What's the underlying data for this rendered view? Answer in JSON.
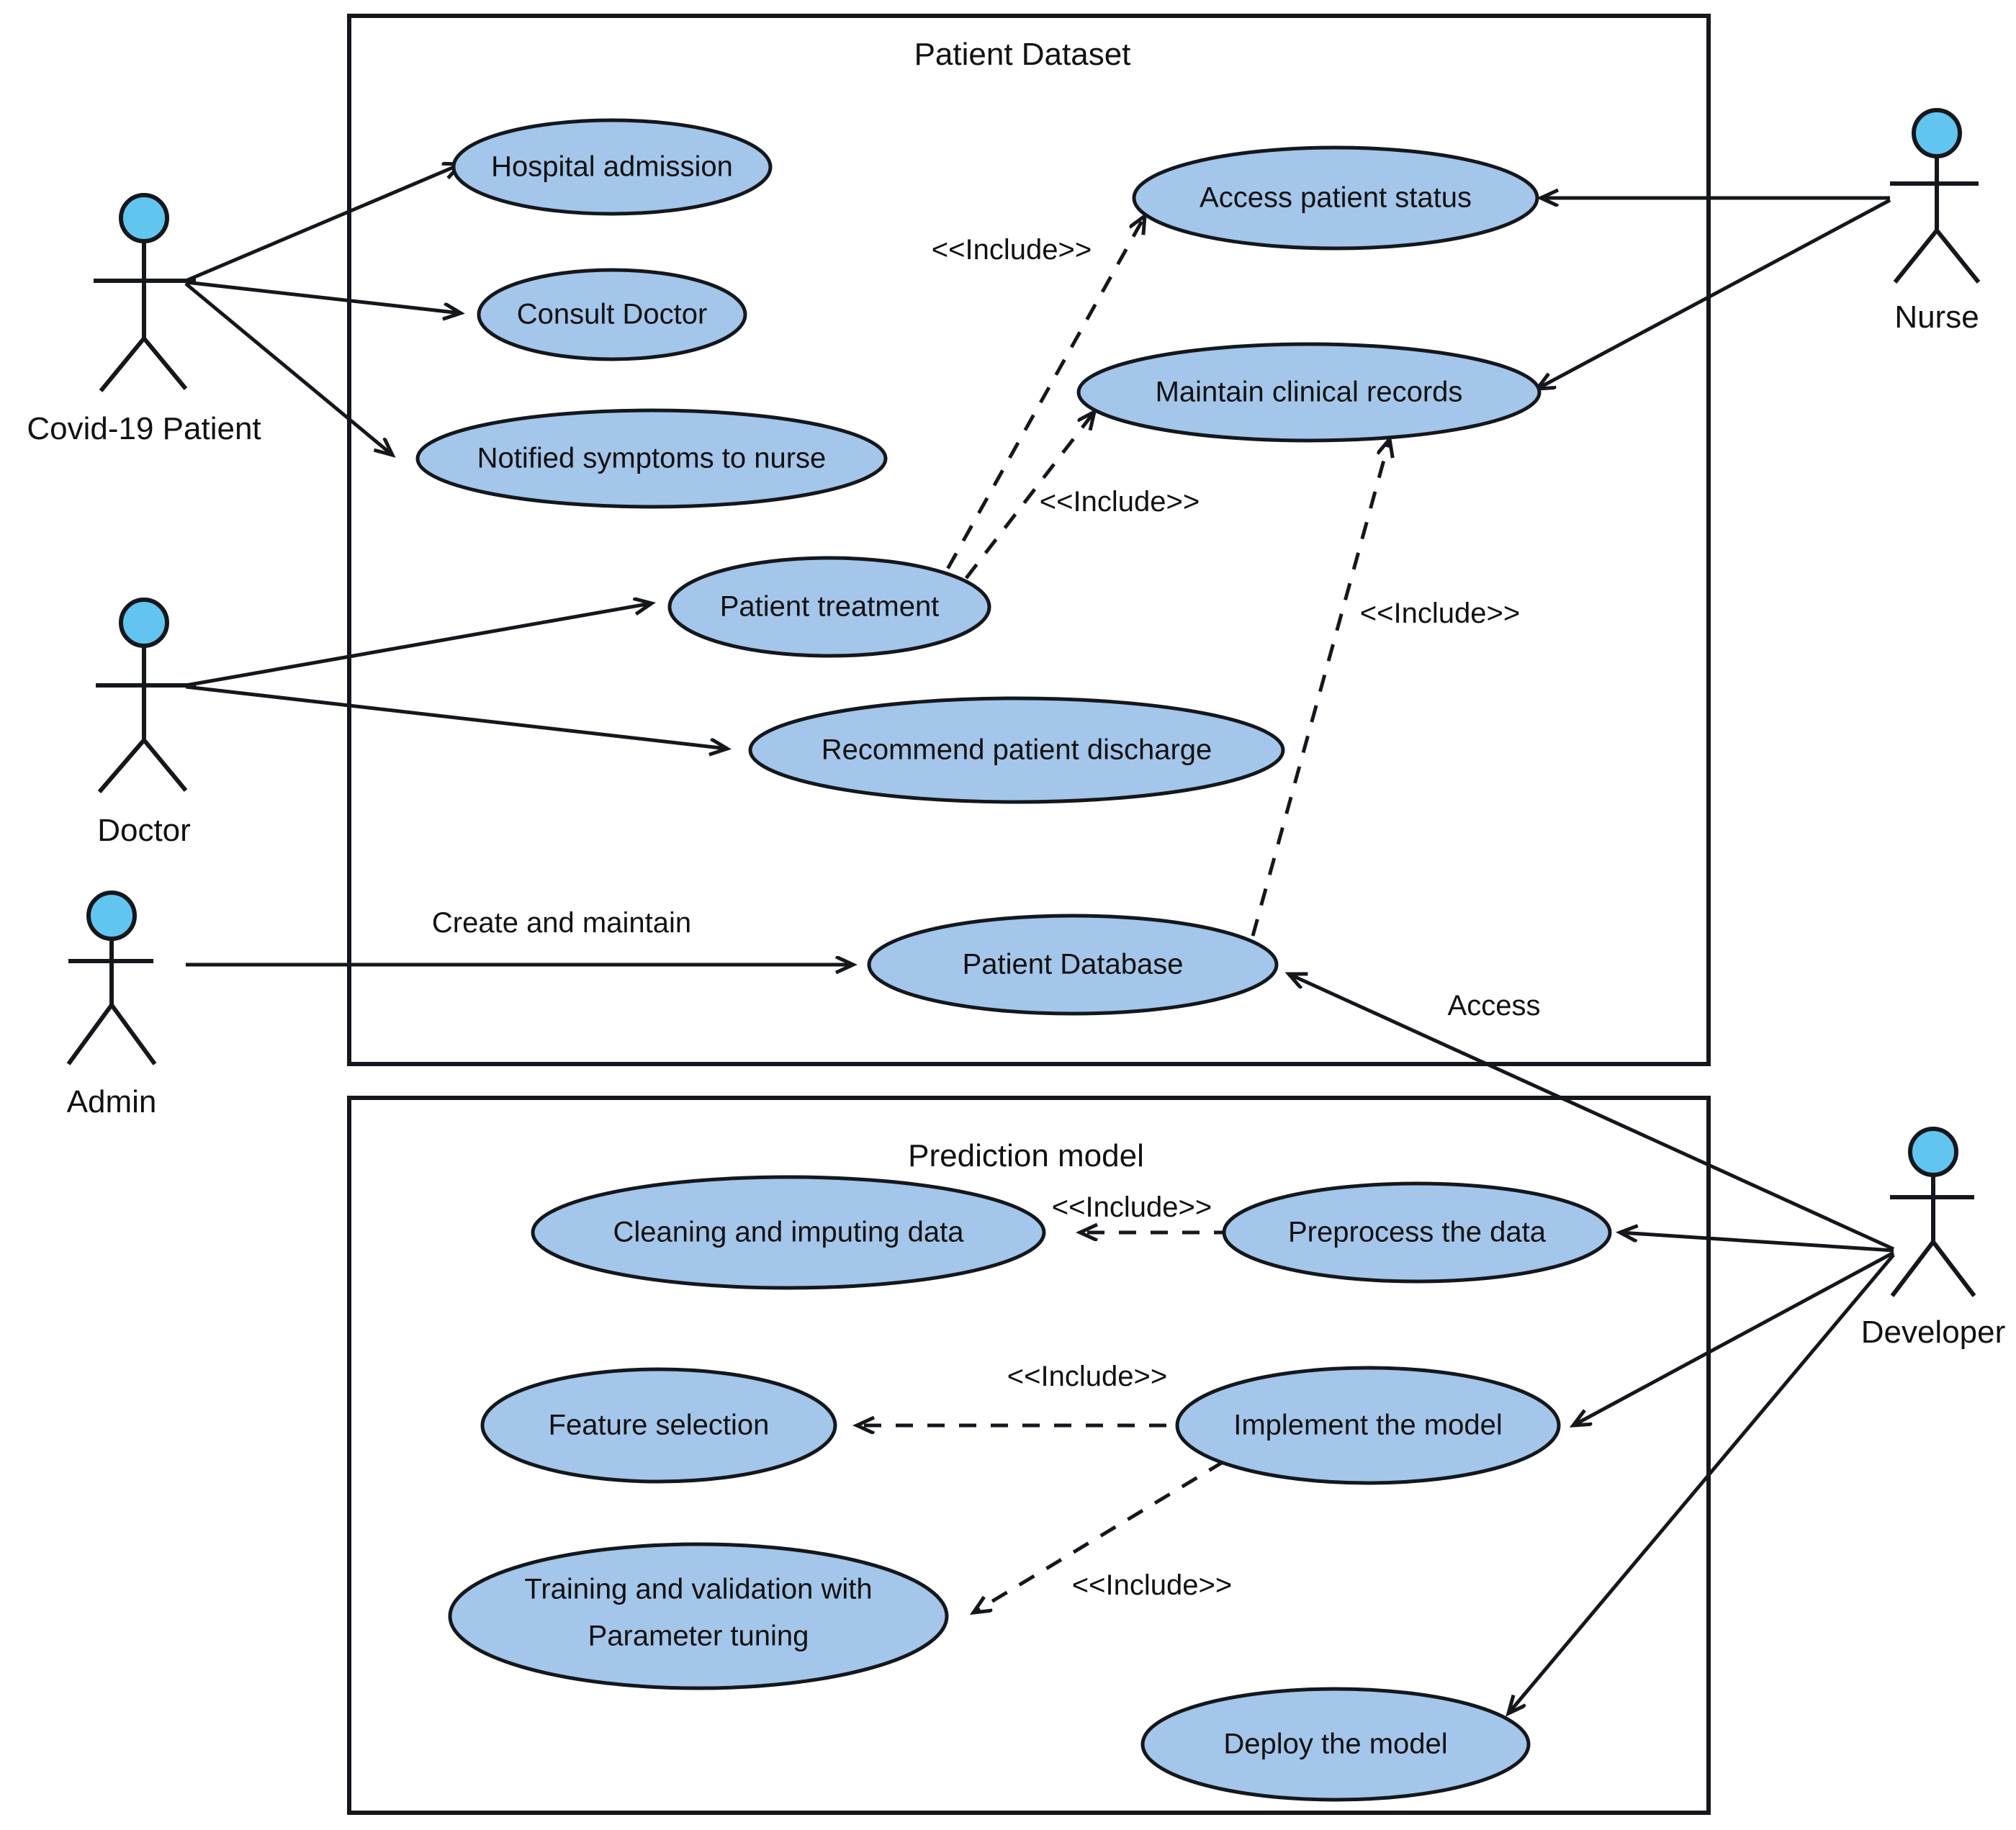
{
  "diagram": {
    "type": "uml-use-case-diagram",
    "title": "",
    "colors": {
      "use_case_fill": "#a3c6ea",
      "actor_head_fill": "#61c5f0",
      "stroke": "#14171c",
      "background": "#ffffff"
    }
  },
  "boundaries": [
    {
      "id": "patient-dataset",
      "title": "Patient Dataset"
    },
    {
      "id": "prediction-model",
      "title": "Prediction model"
    }
  ],
  "actors": [
    {
      "id": "covid-19-patient",
      "label": "Covid-19 Patient"
    },
    {
      "id": "doctor",
      "label": "Doctor"
    },
    {
      "id": "admin",
      "label": "Admin"
    },
    {
      "id": "nurse",
      "label": "Nurse"
    },
    {
      "id": "developer",
      "label": "Developer"
    }
  ],
  "use_cases": [
    {
      "id": "hospital-admission",
      "label": "Hospital admission",
      "boundary": "patient-dataset"
    },
    {
      "id": "consult-doctor",
      "label": "Consult Doctor",
      "boundary": "patient-dataset"
    },
    {
      "id": "notified-symptoms-to-nurse",
      "label": "Notified symptoms to nurse",
      "boundary": "patient-dataset"
    },
    {
      "id": "access-patient-status",
      "label": "Access patient status",
      "boundary": "patient-dataset"
    },
    {
      "id": "maintain-clinical-records",
      "label": "Maintain clinical records",
      "boundary": "patient-dataset"
    },
    {
      "id": "patient-treatment",
      "label": "Patient treatment",
      "boundary": "patient-dataset"
    },
    {
      "id": "recommend-patient-discharge",
      "label": "Recommend patient discharge",
      "boundary": "patient-dataset"
    },
    {
      "id": "patient-database",
      "label": "Patient Database",
      "boundary": "patient-dataset"
    },
    {
      "id": "cleaning-and-imputing-data",
      "label": "Cleaning and imputing data",
      "boundary": "prediction-model"
    },
    {
      "id": "preprocess-the-data",
      "label": "Preprocess the data",
      "boundary": "prediction-model"
    },
    {
      "id": "feature-selection",
      "label": "Feature selection",
      "boundary": "prediction-model"
    },
    {
      "id": "implement-the-model",
      "label": "Implement the model",
      "boundary": "prediction-model"
    },
    {
      "id": "training-and-validation-line1",
      "label": "Training and validation with",
      "boundary": "prediction-model"
    },
    {
      "id": "training-and-validation-line2",
      "label": "Parameter tuning",
      "boundary": "prediction-model"
    },
    {
      "id": "deploy-the-model",
      "label": "Deploy the model",
      "boundary": "prediction-model"
    }
  ],
  "relationship_labels": {
    "include_1": "<<Include>>",
    "include_2": "<<Include>>",
    "include_3": "<<Include>>",
    "include_4": "<<Include>>",
    "include_5": "<<Include>>",
    "include_6": "<<Include>>",
    "create_and_maintain": "Create and maintain",
    "access": "Access"
  }
}
